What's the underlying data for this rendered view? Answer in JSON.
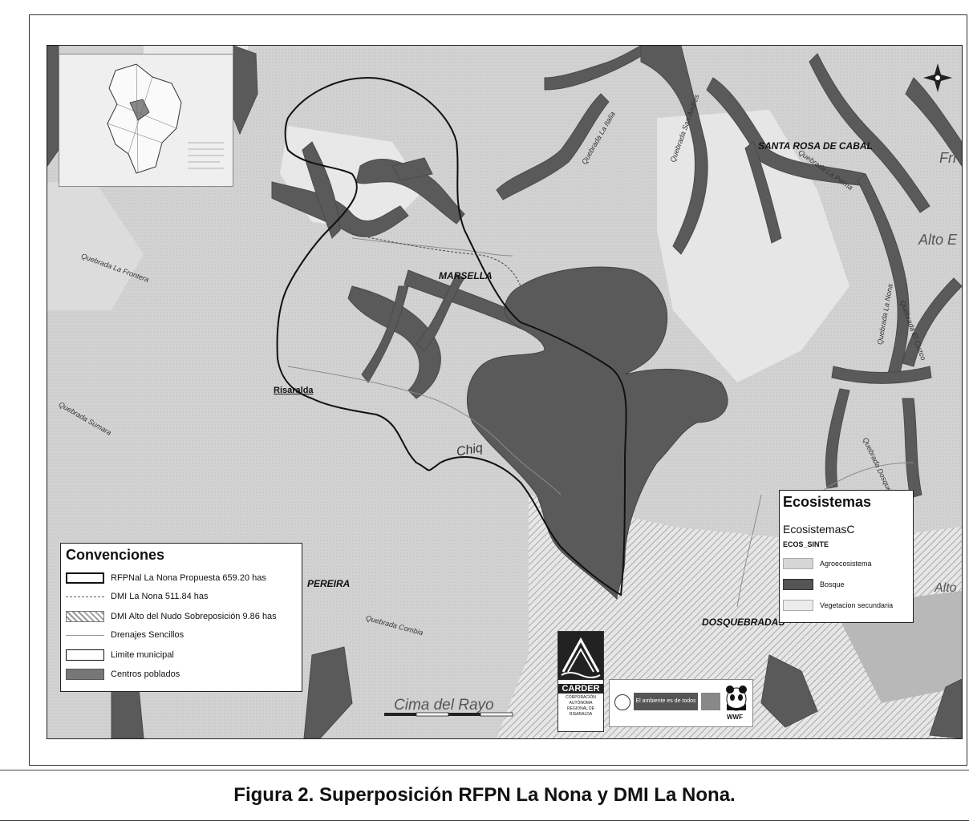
{
  "caption": "Figura 2. Superposición RFPN La Nona y DMI La Nona.",
  "towns": {
    "santa_rosa": "SANTA ROSA DE CABAL",
    "marsella": "MARSELLA",
    "risaralda": "Risaralda",
    "pereira": "PEREIRA",
    "dosquebradas": "DOSQUEBRADAS"
  },
  "places": {
    "fri": "Fri",
    "alto": "Alto E",
    "alto_right": "Alto",
    "cima": "Cima del Rayo"
  },
  "rivers": {
    "la_italia": "Quebrada La Italia",
    "san_andres": "Quebrada San Andrés",
    "la_palma": "Quebrada La Palma",
    "sumara": "Quebrada Sumara",
    "chiquita": "Chiq",
    "combia": "Quebrada Combia",
    "el_cuzco": "Quebrada El Cuzco",
    "la_nona": "Quebrada La Nona",
    "la_frontera": "Quebrada La Frontera",
    "dosquebradas_r": "Quebrada Dosquebradas"
  },
  "legend_conv": {
    "title": "Convenciones",
    "items": [
      "RFPNal La Nona Propuesta 659.20 has",
      "DMI La Nona 511.84 has",
      "DMI Alto del Nudo Sobreposición 9.86 has",
      "Drenajes Sencillos",
      "Limite municipal",
      "Centros poblados"
    ]
  },
  "legend_eco": {
    "title": "Ecosistemas",
    "layer": "EcosistemasC",
    "field": "ECOS_SINTE",
    "items": [
      "Agroecosistema",
      "Bosque",
      "Vegetacion secundaria"
    ]
  },
  "logos": {
    "carder": "CARDER",
    "carder_sub": "CORPORACIÓN AUTÓNOMA REGIONAL DE RISARALDA",
    "ministry": "El ambiente es de todos",
    "wwf": "WWF"
  },
  "colors": {
    "agro": "#d6d6d6",
    "bosque": "#555555",
    "secundaria": "#ececec",
    "boundary": "#111111"
  }
}
